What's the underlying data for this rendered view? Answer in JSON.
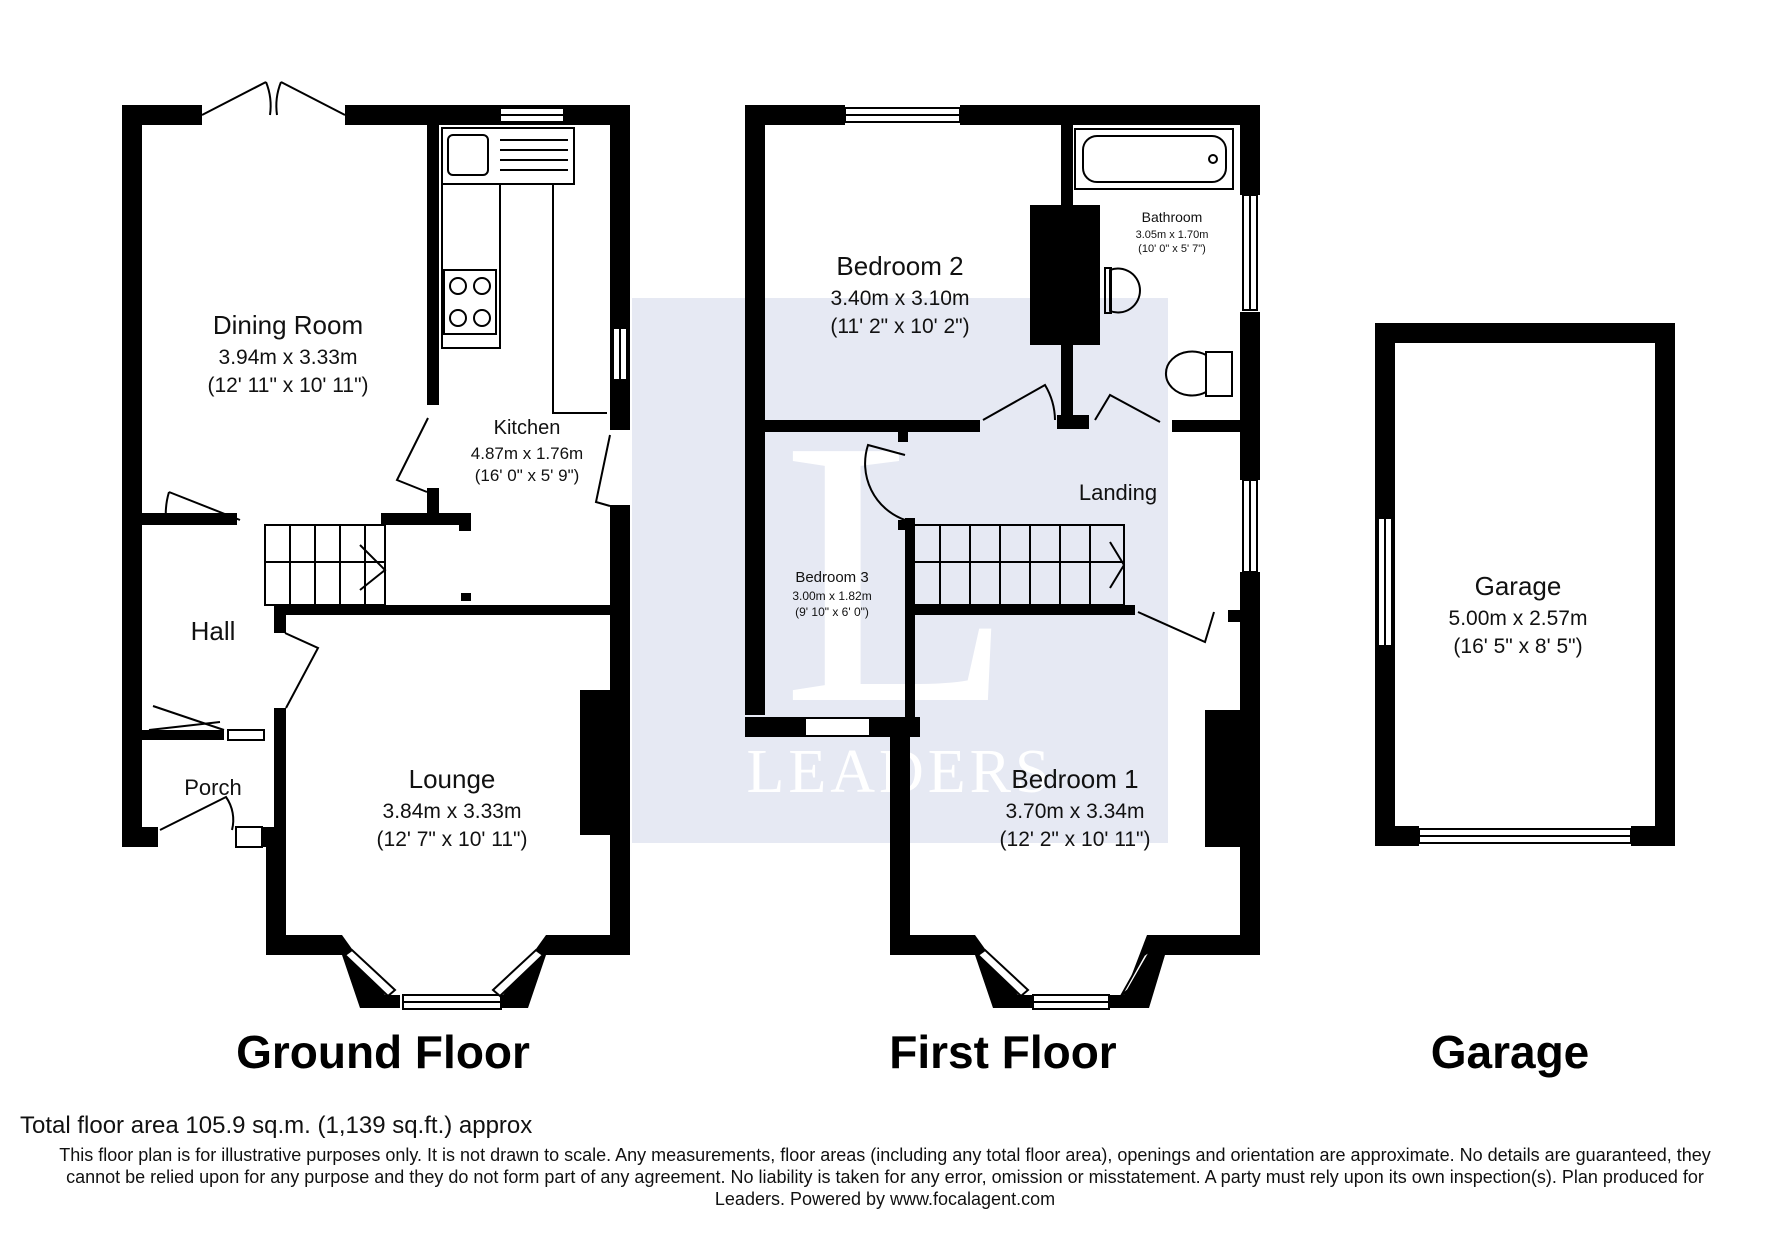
{
  "watermark": {
    "letter": "L",
    "brand": "LEADERS"
  },
  "floors": [
    {
      "title": "Ground Floor",
      "rooms": [
        {
          "name": "Dining Room",
          "metric": "3.94m x 3.33m",
          "imperial": "(12' 11\" x 10' 11\")"
        },
        {
          "name": "Kitchen",
          "metric": "4.87m x 1.76m",
          "imperial": "(16' 0\" x 5' 9\")"
        },
        {
          "name": "Hall"
        },
        {
          "name": "Porch"
        },
        {
          "name": "Lounge",
          "metric": "3.84m x 3.33m",
          "imperial": "(12' 7\" x 10' 11\")"
        }
      ]
    },
    {
      "title": "First Floor",
      "rooms": [
        {
          "name": "Bedroom 2",
          "metric": "3.40m x 3.10m",
          "imperial": "(11' 2\" x 10' 2\")"
        },
        {
          "name": "Bathroom",
          "metric": "3.05m x 1.70m",
          "imperial": "(10' 0\" x 5' 7\")"
        },
        {
          "name": "Landing"
        },
        {
          "name": "Bedroom 3",
          "metric": "3.00m x 1.82m",
          "imperial": "(9' 10\" x 6' 0\")"
        },
        {
          "name": "Bedroom 1",
          "metric": "3.70m x 3.34m",
          "imperial": "(12' 2\" x 10' 11\")"
        }
      ]
    },
    {
      "title": "Garage",
      "rooms": [
        {
          "name": "Garage",
          "metric": "5.00m x 2.57m",
          "imperial": "(16' 5\" x 8' 5\")"
        }
      ]
    }
  ],
  "footer": {
    "total_area": "Total floor area 105.9 sq.m. (1,139 sq.ft.) approx",
    "disclaimer": "This floor plan is for illustrative purposes only. It is not drawn to scale. Any measurements, floor areas (including any total floor area), openings and orientation are approximate. No details are guaranteed, they cannot be relied upon for any purpose and they do not form part of any agreement. No liability is taken for any error, omission or misstatement. A party must rely upon its own inspection(s). Plan produced for Leaders. Powered by www.focalagent.com"
  }
}
